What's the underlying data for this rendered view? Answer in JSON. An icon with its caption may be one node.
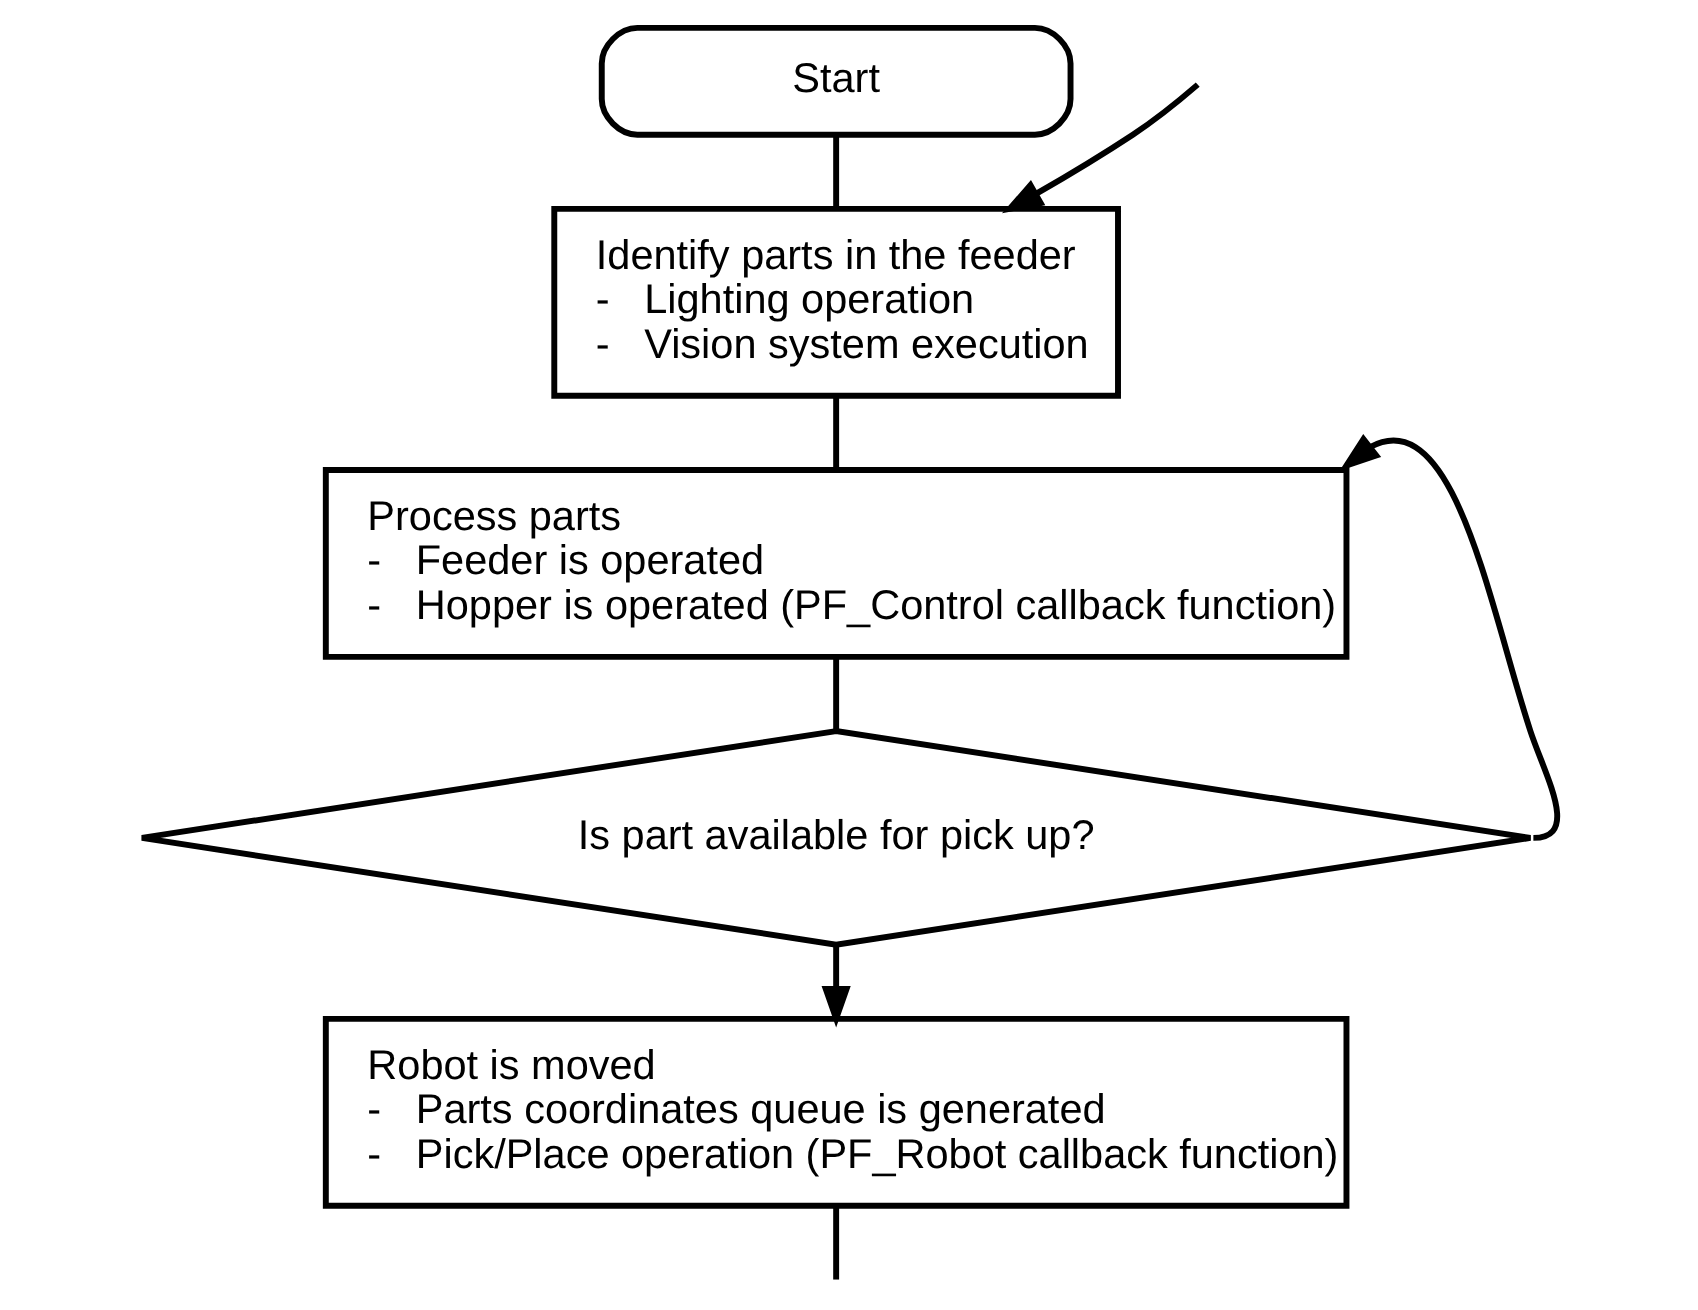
{
  "diagram": {
    "nodes": [
      {
        "text": [
          "Start"
        ]
      },
      {
        "text": [
          "Identify parts in the feeder",
          "-   Lighting operation",
          "-   Vision system execution"
        ]
      },
      {
        "text": [
          "Process parts",
          "-   Feeder is operated",
          "-   Hopper is operated (PF_Control callback function)"
        ]
      },
      {
        "text": [
          "Is part available for pick up?"
        ]
      },
      {
        "text": [
          "Robot is moved",
          "-   Parts coordinates queue is generated",
          "-   Pick/Place operation (PF_Robot callback function)"
        ]
      }
    ],
    "edges": [
      {
        "from": null,
        "to": 1,
        "arrow": "to"
      },
      {
        "from": 0,
        "to": 1,
        "arrow": "none"
      },
      {
        "from": 1,
        "to": 2,
        "arrow": "none"
      },
      {
        "from": 3,
        "to": 2,
        "arrow": "to"
      },
      {
        "from": 2,
        "to": 3,
        "arrow": "none"
      },
      {
        "from": 3,
        "to": 4,
        "arrow": "to"
      },
      {
        "from": 4,
        "to": null,
        "arrow": "none"
      }
    ]
  }
}
